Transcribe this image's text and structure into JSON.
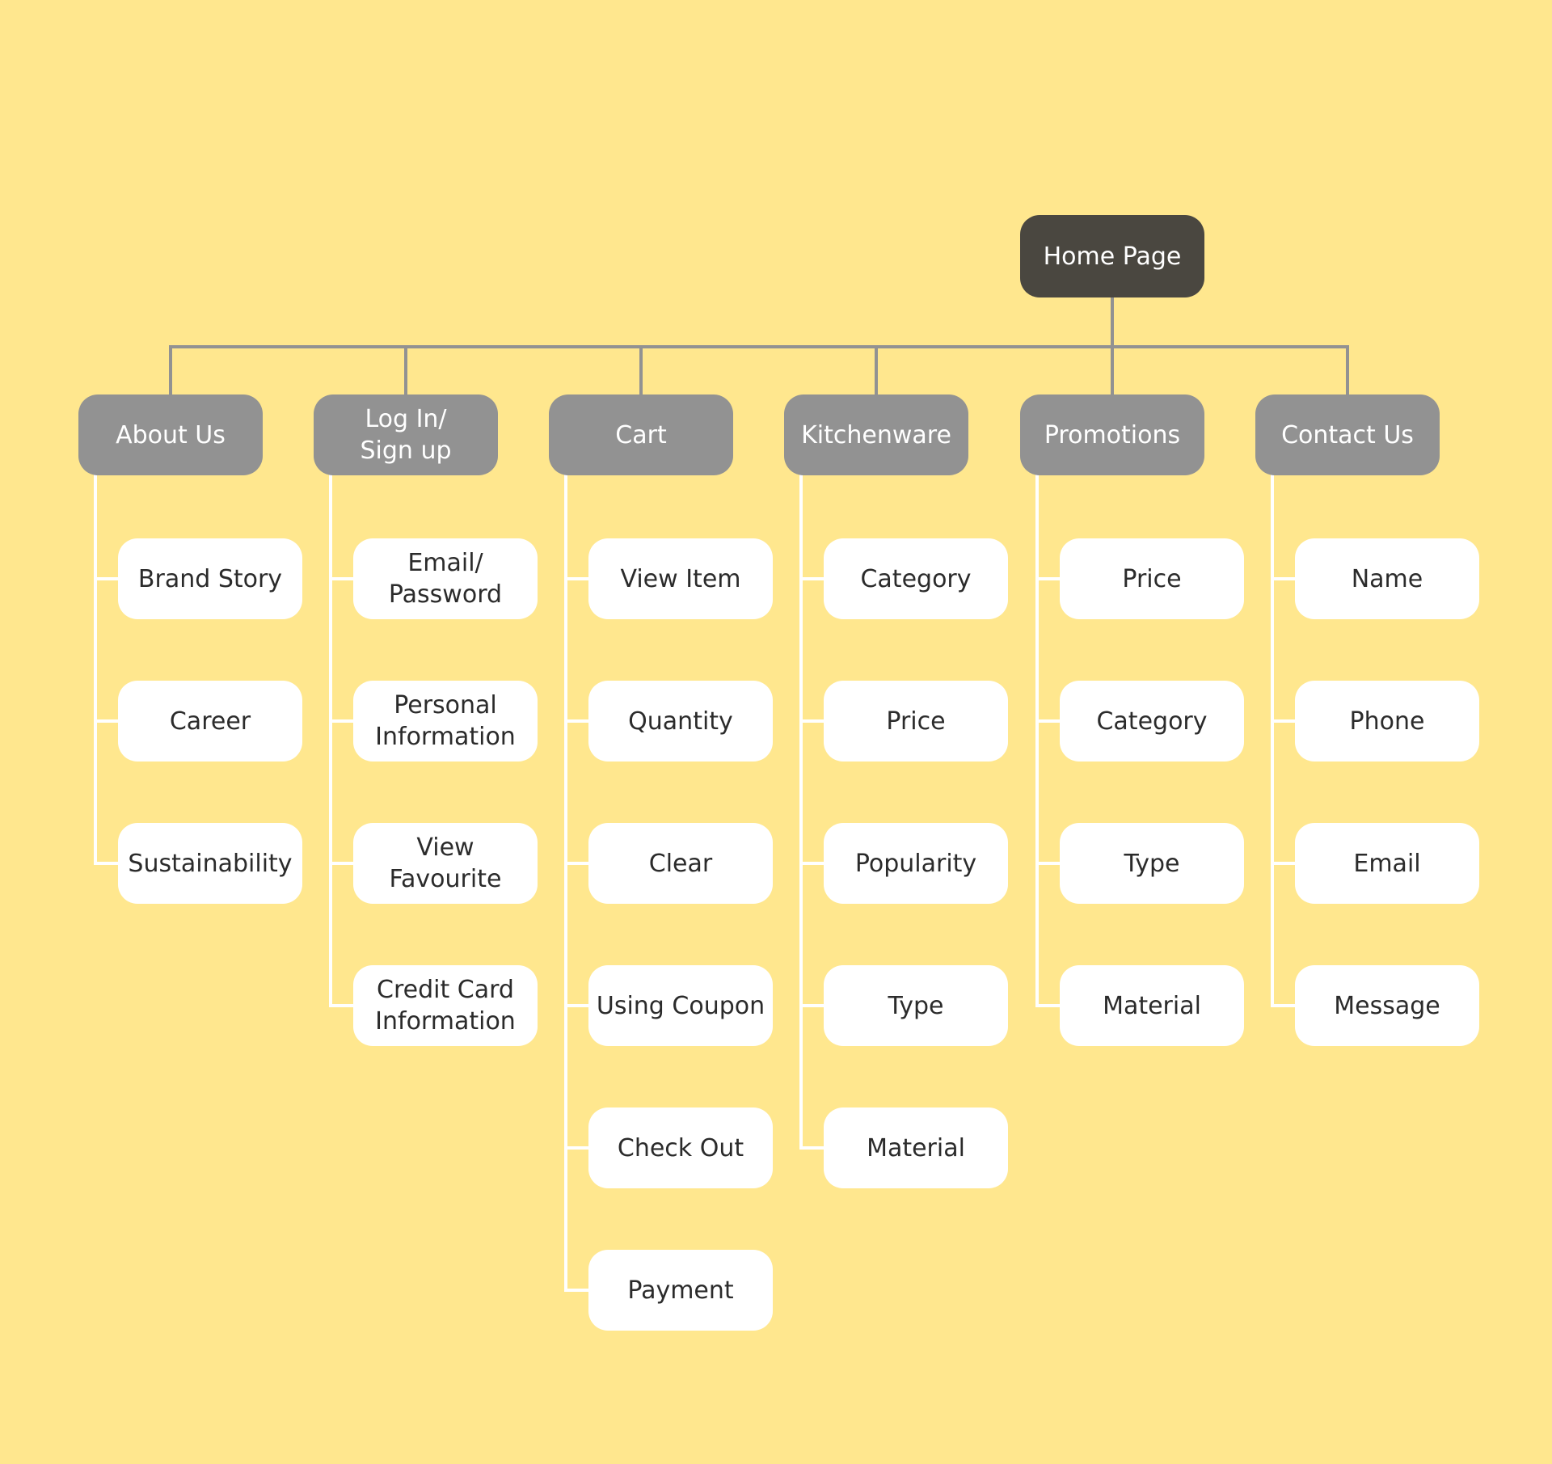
{
  "tree": {
    "root": "Home Page",
    "branches": [
      {
        "label": "About Us",
        "children": [
          "Brand Story",
          "Career",
          "Sustainability"
        ]
      },
      {
        "label": "Log In/\nSign up",
        "children": [
          "Email/\nPassword",
          "Personal\nInformation",
          "View\nFavourite",
          "Credit Card\nInformation"
        ]
      },
      {
        "label": "Cart",
        "children": [
          "View Item",
          "Quantity",
          "Clear",
          "Using Coupon",
          "Check Out",
          "Payment"
        ]
      },
      {
        "label": "Kitchenware",
        "children": [
          "Category",
          "Price",
          "Popularity",
          "Type",
          "Material"
        ]
      },
      {
        "label": "Promotions",
        "children": [
          "Price",
          "Category",
          "Type",
          "Material"
        ]
      },
      {
        "label": "Contact Us",
        "children": [
          "Name",
          "Phone",
          "Email",
          "Message"
        ]
      }
    ]
  },
  "colors": {
    "background": "#ffe78e",
    "root_fill": "#4a4740",
    "branch_fill": "#929292",
    "leaf_fill": "#ffffff",
    "top_connector": "#929292",
    "child_connector": "#ffffff"
  }
}
